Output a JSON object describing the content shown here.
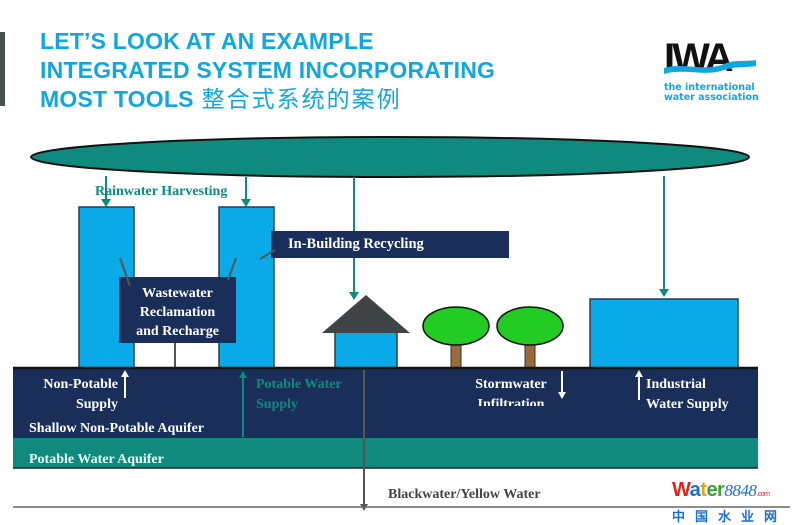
{
  "slide": {
    "title_lines": [
      "LET’S LOOK AT AN EXAMPLE",
      "INTEGRATED SYSTEM INCORPORATING",
      "MOST TOOLS"
    ],
    "title_cn": "整合式系统的案例"
  },
  "logo": {
    "mark": "IWA",
    "line1": "the international",
    "line2": "water association"
  },
  "labels": {
    "rainwater_harvesting": "Rainwater Harvesting",
    "in_building_recycling": "In-Building Recycling",
    "wastewater_reclamation": [
      "Wastewater",
      "Reclamation",
      "and Recharge"
    ],
    "non_potable_supply": [
      "Non-Potable",
      "Supply"
    ],
    "potable_water_supply": [
      "Potable Water",
      "Supply"
    ],
    "stormwater_infiltration": [
      "Stormwater",
      "Infiltration"
    ],
    "industrial_water_supply": [
      "Industrial",
      "Water Supply"
    ],
    "shallow_aquifer": "Shallow Non-Potable Aquifer",
    "potable_aquifer": "Potable Water Aquifer",
    "blackwater": "Blackwater/Yellow Water"
  },
  "colors": {
    "title_blue": "#12a6df",
    "cloud_teal": "#0e8a7e",
    "building_blue": "#0aa9e8",
    "navy": "#1a2e5a",
    "aquifer_teal": "#0f8a7c",
    "tree_green": "#22cc22",
    "trunk_brown": "#9a6a3a",
    "roof_gray": "#3f4447"
  },
  "watermark": {
    "word": [
      "W",
      "a",
      "t",
      "er"
    ],
    "number": "8848",
    "suffix": ".com",
    "cn": "中国水业网"
  }
}
